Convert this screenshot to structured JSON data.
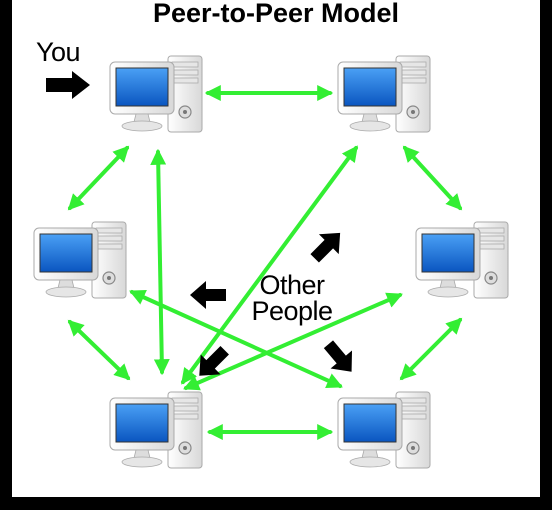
{
  "diagram": {
    "title": "Peer-to-Peer Model",
    "you_label": "You",
    "others_label_line1": "Other",
    "others_label_line2": "People"
  },
  "colors": {
    "background": "#ffffff",
    "frame": "#000000",
    "link": "#33ee33",
    "pointer": "#000000",
    "screen": "#1a78e0",
    "monitor_body": "#f4f4f4",
    "tower_body": "#eeeeee"
  },
  "nodes": [
    {
      "id": "you",
      "icon": "desktop-computer-icon"
    },
    {
      "id": "peer-top-right",
      "icon": "desktop-computer-icon"
    },
    {
      "id": "peer-middle-left",
      "icon": "desktop-computer-icon"
    },
    {
      "id": "peer-middle-right",
      "icon": "desktop-computer-icon"
    },
    {
      "id": "peer-bottom-left",
      "icon": "desktop-computer-icon"
    },
    {
      "id": "peer-bottom-right",
      "icon": "desktop-computer-icon"
    }
  ],
  "links": [
    {
      "from": "you",
      "to": "peer-top-right"
    },
    {
      "from": "you",
      "to": "peer-middle-left"
    },
    {
      "from": "you",
      "to": "peer-bottom-left"
    },
    {
      "from": "peer-top-right",
      "to": "peer-middle-right"
    },
    {
      "from": "peer-top-right",
      "to": "peer-bottom-left"
    },
    {
      "from": "peer-middle-left",
      "to": "peer-bottom-left"
    },
    {
      "from": "peer-middle-left",
      "to": "peer-bottom-right"
    },
    {
      "from": "peer-middle-right",
      "to": "peer-bottom-right"
    },
    {
      "from": "peer-middle-right",
      "to": "peer-bottom-left"
    },
    {
      "from": "peer-bottom-left",
      "to": "peer-bottom-right"
    }
  ]
}
